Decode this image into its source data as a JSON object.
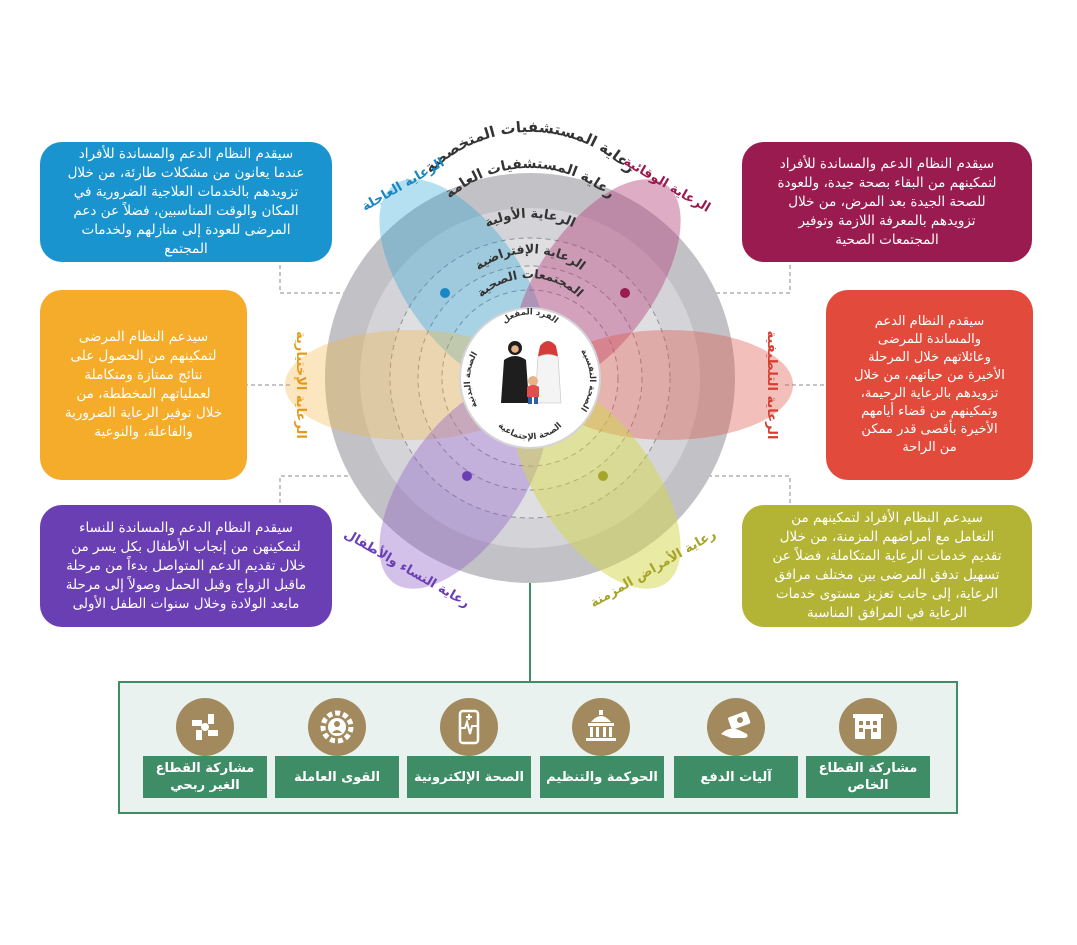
{
  "diagram": {
    "center": {
      "top_label": "الفرد المفعل",
      "left_label": "الصحة البدنية",
      "right_label": "الصحة النفسية",
      "bottom_label": "الصحة الإجتماعية"
    },
    "rings": [
      "رعاية المستشفيات المتخصصة",
      "رعاية المستشفيات العامة",
      "الرعاية الأولية",
      "الرعاية الإفتراضية",
      "المجتمعات الصحية"
    ],
    "petals": [
      {
        "label": "الرعاية العاجلة",
        "color": "#1fa0d3"
      },
      {
        "label": "الرعاية الوقائية",
        "color": "#b5467f"
      },
      {
        "label": "الرعاية الإختيارية",
        "color": "#f3b23e"
      },
      {
        "label": "الرعاية التلطيفية",
        "color": "#e0574a"
      },
      {
        "label": "رعاية النساء والأطفال",
        "color": "#8b5bc8"
      },
      {
        "label": "رعاية الأمراض المزمنة",
        "color": "#d3d64a"
      }
    ]
  },
  "boxes": {
    "urgent": {
      "color": "#1a94cf",
      "lines": [
        "سيقدم النظام الدعم والمساندة للأفراد",
        "عندما يعانون من مشكلات طارئة، من خلال",
        "تزويدهم بالخدمات العلاجية الضرورية في",
        "المكان والوقت المناسبين، فضلاً عن دعم",
        "المرضى للعودة إلى منازلهم ولخدمات",
        "المجتمع"
      ]
    },
    "preventive": {
      "color": "#9a1b4f",
      "lines": [
        "سيقدم النظام الدعم والمساندة للأفراد",
        "لتمكينهم من البقاء بصحة جيدة، وللعودة",
        "للصحة الجيدة بعد المرض، من خلال",
        "تزويدهم بالمعرفة اللازمة وتوفير",
        "المجتمعات الصحية"
      ]
    },
    "elective": {
      "color": "#f4ac2a",
      "lines": [
        "سيدعم النظام المرضى",
        "لتمكينهم من الحصول على",
        "نتائج ممتازة ومتكاملة",
        "لعملياتهم المخططة، من",
        "خلال توفير الرعاية الضرورية",
        "والفاعلة، والنوعية"
      ]
    },
    "palliative": {
      "color": "#e24b3b",
      "lines": [
        "سيقدم النظام الدعم",
        "والمساندة للمرضى",
        "وعائلاتهم خلال المرحلة",
        "الأخيرة من حياتهم، من خلال",
        "تزويدهم بالرعاية الرحيمة،",
        "وتمكينهم من قضاء أيامهم",
        "الأخيرة بأقصى قدر ممكن",
        "من الراحة"
      ]
    },
    "women": {
      "color": "#6b3fb4",
      "lines": [
        "سيقدم النظام الدعم والمساندة للنساء",
        "لتمكينهن من إنجاب الأطفال بكل يسر من",
        "خلال تقديم الدعم المتواصل بدءاً من مرحلة",
        "ماقبل الزواج وقبل الحمل وصولاً إلى مرحلة",
        "مابعد الولادة وخلال سنوات الطفل الأولى"
      ]
    },
    "chronic": {
      "color": "#b3b335",
      "lines": [
        "سيدعم النظام الأفراد لتمكينهم من",
        "التعامل مع أمراضهم المزمنة، من خلال",
        "تقديم خدمات الرعاية المتكاملة، فضلاً عن",
        "تسهيل تدفق المرضى بين مختلف مرافق",
        "الرعاية، إلى جانب تعزيز مستوى خدمات",
        "الرعاية في المرافق المناسبة"
      ]
    }
  },
  "enablers": [
    {
      "label": "مشاركة القطاع الخاص",
      "icon": "building-icon"
    },
    {
      "label": "آليات الدفع",
      "icon": "payment-icon"
    },
    {
      "label": "الحوكمة والتنظيم",
      "icon": "government-building-icon"
    },
    {
      "label": "الصحة الإلكترونية",
      "icon": "mobile-health-icon"
    },
    {
      "label": "القوى العاملة",
      "icon": "workforce-gear-icon"
    },
    {
      "label": "مشاركة القطاع الغير ربحي",
      "icon": "joined-hands-icon"
    }
  ]
}
